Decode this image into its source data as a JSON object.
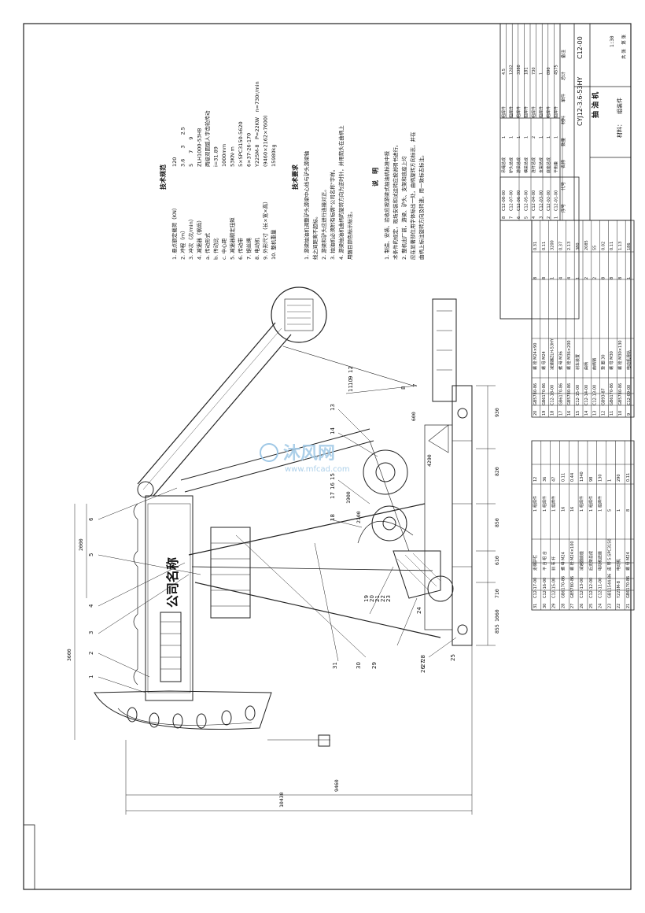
{
  "technical_specs": {
    "heading": "技术规范",
    "items": [
      {
        "text": "1. 悬点额定载荷（KN）",
        "value": "120"
      },
      {
        "text": "2. 冲程（m）",
        "value": "3.6　　3　　2.5"
      },
      {
        "text": "3. 冲次（次/min）",
        "value": "5　　7　　9"
      },
      {
        "text": "4. 减速器（钢齿）",
        "value": "ZLH1000-53HB"
      },
      {
        "text": "a. 传动形式",
        "value": "两级双圆弧人字齿轮传动"
      },
      {
        "text": "b. 传动比",
        "value": "i=31.89"
      },
      {
        "text": "c. 中心距",
        "value": "1000mm"
      },
      {
        "text": "5. 减速器额定扭矩",
        "value": "53KN·m"
      },
      {
        "text": "6. 传动带",
        "value": "5×SPC3150-5620"
      },
      {
        "text": "7. 钢丝绳",
        "value": "6×37-26-170"
      },
      {
        "text": "8. 电动机",
        "value": "Y225M-8　P=22KW　n=730r/min"
      },
      {
        "text": "9. 外形尺寸（长×宽×高）",
        "value": "(9460×2162×7600)"
      },
      {
        "text": "10. 整机重量",
        "value": "15980kg"
      }
    ]
  },
  "technical_requirements": {
    "heading": "技术要求",
    "items": [
      "1. 游梁抽油机调整驴头游梁中心线与驴头游梁轴",
      "   线之间距离不超标。",
      "2. 游梁和驴头应进行连接对正。",
      "3. 抽油机必须附有标牌\"公司名称\"字样。",
      "4. 游梁抽油机曲柄的旋转方向为逆时针，并用箭头在曲柄上",
      "   用醒目颜色标示标注。"
    ]
  },
  "notes": {
    "heading": "说　明",
    "items": [
      "1. 制造、安装、验收应按游梁式抽油机标准中技",
      "   术条件的规定，现场安装和试运转应按说明书进行。",
      "2. 整机出厂前，游梁、驴头、支架和底座上均",
      "   应在显著部位用字体标出一处，曲柄旋转方向标志，并在",
      "   曲柄上标注旋转方向及转速，用一致标志标注。"
    ]
  },
  "drawing": {
    "nameplate": "公司名称",
    "part_numbers": [
      "1",
      "2",
      "3",
      "4",
      "5",
      "6",
      "7",
      "8",
      "9",
      "10",
      "11",
      "12",
      "13",
      "14",
      "15",
      "16",
      "17",
      "18",
      "19",
      "20",
      "21",
      "22",
      "23",
      "24",
      "25",
      "26",
      "27",
      "28",
      "29",
      "30",
      "31"
    ],
    "dimensions": {
      "height": "3600",
      "beam_height": "2000",
      "total_length": "9460",
      "total_length2": "10430",
      "d930": "930",
      "d820": "820",
      "d850": "850",
      "d610": "610",
      "d710": "710",
      "d1060": "1060",
      "d855": "855",
      "d600": "600",
      "d1900": "1900",
      "d2100": "2100",
      "d4290": "4290"
    }
  },
  "title_block": {
    "model": "CYJ12-3.6-53HY",
    "name": "抽 油 机",
    "drawing_no": "C12-00",
    "material_label": "材料：",
    "material_value": "组装件",
    "scale": "1:30",
    "sheet": "共 张　第 张",
    "headers": [
      "序号",
      "代号",
      "名称",
      "数量",
      "材料",
      "单件",
      "总计",
      "备注"
    ]
  },
  "parts_list_upper": [
    {
      "no": "8",
      "code": "C12-08-00",
      "name": "吊绳总成",
      "qty": "1",
      "mat": "组焊件",
      "w": "4.5"
    },
    {
      "no": "7",
      "code": "C12-07-00",
      "name": "驴头总成",
      "qty": "1",
      "mat": "组焊件",
      "w": "1202"
    },
    {
      "no": "6",
      "code": "C12-06-00",
      "name": "游梁总成",
      "qty": "1",
      "mat": "组焊件",
      "w": "3380"
    },
    {
      "no": "5",
      "code": "C12-05-00",
      "name": "横梁总成",
      "qty": "1",
      "mat": "组焊件",
      "w": "181"
    },
    {
      "no": "4",
      "code": "C12-04-00",
      "name": "连杆总成",
      "qty": "2",
      "mat": "组焊件",
      "w": "730"
    },
    {
      "no": "3",
      "code": "C12-03-00",
      "name": "支架总成",
      "qty": "1",
      "mat": "组焊件",
      "w": "1"
    },
    {
      "no": "2",
      "code": "C12-02-00",
      "name": "底座总成",
      "qty": "1",
      "mat": "组焊件",
      "w": "890"
    },
    {
      "no": "1",
      "code": "C12-01-00",
      "name": "平衡重",
      "qty": "1",
      "mat": "组焊件",
      "w": "4575"
    }
  ],
  "parts_list_middle": [
    {
      "no": "20",
      "code": "GB5780-86",
      "name": "螺 栓 M24×90",
      "qty": "8",
      "w": "0.31"
    },
    {
      "no": "19",
      "code": "GB6170-86",
      "name": "螺 母 M24",
      "qty": "8",
      "w": "0.11"
    },
    {
      "no": "18",
      "code": "C12-18-00",
      "name": "减速器ZLH-53HY",
      "qty": "1",
      "w": "3200"
    },
    {
      "no": "17",
      "code": "GB6170-86",
      "name": "螺 母 M36",
      "qty": "4",
      "w": "0.37"
    },
    {
      "no": "16",
      "code": "GB5780-86",
      "name": "螺 栓 M36×200",
      "qty": "4",
      "w": "2.13"
    },
    {
      "no": "15",
      "code": "C12-15-00",
      "name": "刹车装置",
      "qty": "1",
      "w": "380"
    },
    {
      "no": "14",
      "code": "C12-14-00",
      "name": "曲柄",
      "qty": "2",
      "w": "2085"
    },
    {
      "no": "13",
      "code": "C12-13-00",
      "name": "曲柄销",
      "qty": "2",
      "w": "55"
    },
    {
      "no": "12",
      "code": "GB93-87",
      "name": "垫 圈 30",
      "qty": "8",
      "w": "0.02"
    },
    {
      "no": "11",
      "code": "GB6170-86",
      "name": "螺 母 M30",
      "qty": "8",
      "w": "0.11"
    },
    {
      "no": "10",
      "code": "GB5780-86",
      "name": "螺 栓 M30×130",
      "qty": "8",
      "w": "1.13"
    },
    {
      "no": "9",
      "code": "C12-09-00",
      "name": "电动机滑轨",
      "qty": "1",
      "w": "186"
    }
  ],
  "parts_list_lower": [
    {
      "no": "31",
      "code": "C12-17-00",
      "name": "走梯护栏",
      "qty": "1",
      "mat": "组焊件",
      "w": "12"
    },
    {
      "no": "30",
      "code": "C12-16-00",
      "name": "平 台 组 合",
      "qty": "1",
      "mat": "组焊件",
      "w": "36"
    },
    {
      "no": "29",
      "code": "C12-15-00",
      "name": "刹 车 杆",
      "qty": "1",
      "mat": "组焊件",
      "w": "47"
    },
    {
      "no": "28",
      "code": "GB6170-86",
      "name": "螺 母 M24",
      "qty": "16",
      "w": "0.11"
    },
    {
      "no": "27",
      "code": "GB5780-86",
      "name": "螺 栓 M24×100",
      "qty": "16",
      "w": "0.44"
    },
    {
      "no": "26",
      "code": "C12-13-00",
      "name": "减速器底座",
      "qty": "1",
      "mat": "组焊件",
      "w": "1340"
    },
    {
      "no": "25",
      "code": "C12-12-00",
      "name": "后支架总成",
      "qty": "1",
      "mat": "组焊件",
      "w": "98"
    },
    {
      "no": "24",
      "code": "C12-11-00",
      "name": "电动机底座",
      "qty": "1",
      "mat": "组焊件",
      "w": "130"
    },
    {
      "no": "23",
      "code": "GB11544-86",
      "name": "皮 带 5-SPC3150",
      "qty": "5",
      "w": "1"
    },
    {
      "no": "22",
      "code": "Y225M-8",
      "name": "电动机",
      "qty": "1",
      "w": "290"
    },
    {
      "no": "21",
      "code": "GB6170-86",
      "name": "螺 母 M24",
      "qty": "8",
      "w": "0.11"
    }
  ],
  "watermark": {
    "brand": "沐风网",
    "url": "www.mfcad.com"
  }
}
